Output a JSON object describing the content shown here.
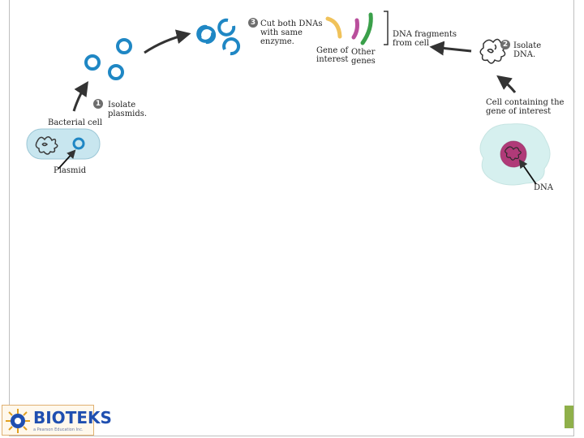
{
  "labels": {
    "bacterial_cell": "Bacterial cell",
    "plasmid": "Plasmid",
    "step1_text": "Isolate plasmids.",
    "step2_text": "Isolate DNA.",
    "step3_text": "Cut both DNAs with same enzyme.",
    "cell_containing": "Cell containing the gene of interest",
    "dna": "DNA",
    "dna_fragments": "DNA fragments from cell",
    "gene_of_interest": "Gene of interest",
    "other_genes": "Other genes"
  },
  "steps": {
    "one": "1",
    "two": "2",
    "three": "3"
  },
  "logo": {
    "text": "BIOTEKS",
    "subtext": "a Pearson Education Inc.",
    "icon": "sun-gear-logo-icon"
  },
  "colors": {
    "plasmid_ring": "#1f87c4",
    "bacterial_cell_fill": "#c8e6ef",
    "eukaryote_cell_fill": "#d6f0ef",
    "nucleus": "#b03a78",
    "fragment_yellow": "#f0c25a",
    "fragment_purple": "#b94f9c",
    "fragment_green": "#3aa04a",
    "arrow": "#333333",
    "accent_bar": "#8fb04a"
  }
}
